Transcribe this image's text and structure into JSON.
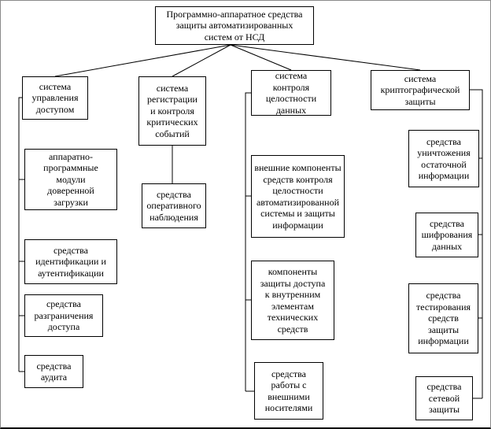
{
  "diagram": {
    "root": "Программно-аппаратное средства\nзащиты автоматизированных\nсистем от НСД",
    "columns": [
      {
        "header": "система\nуправления\nдоступом",
        "children": [
          "аппаратно-\nпрограммные\nмодули\nдоверенной\nзагрузки",
          "средства\nидентификации и\nаутентификации",
          "средства\nразграничения\nдоступа",
          "средства\nаудита"
        ]
      },
      {
        "header": "система\nрегистрации\nи контроля\nкритических\nсобытий",
        "children": [
          "средства\nоперативного\nнаблюдения"
        ]
      },
      {
        "header": "система\nконтроля\nцелостности\nданных",
        "children": [
          "внешние компоненты\nсредств контроля\nцелостности\nавтоматизированной\nсистемы и защиты\nинформации",
          "компоненты\nзащиты доступа\nк внутренним\nэлементам\nтехнических\nсредств",
          "средства\nработы с\nвнешними\nносителями"
        ]
      },
      {
        "header": "система\nкриптографической\nзащиты",
        "children": [
          "средства\nуничтожения\nостаточной\nинформации",
          "средства\nшифрования\nданных",
          "средства\nтестирования\nсредств\nзащиты\nинформации",
          "средства\nсетевой\nзащиты"
        ]
      }
    ]
  }
}
